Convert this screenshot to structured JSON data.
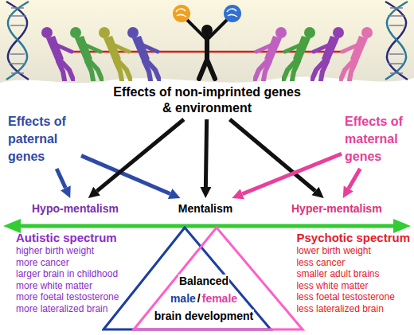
{
  "diagram": {
    "nodes": [
      {
        "text": [
          "Effects of non-imprinted genes & environment"
        ]
      },
      {
        "text": [
          "Effects of paternal genes"
        ]
      },
      {
        "text": [
          "Effects of maternal genes"
        ]
      },
      {
        "text": [
          "Hypo-mentalism"
        ]
      },
      {
        "text": [
          "Mentalism"
        ]
      },
      {
        "text": [
          "Hyper-mentalism"
        ]
      },
      {
        "text": [
          "Autistic spectrum",
          "higher birth weight",
          "more cancer",
          "larger brain in childhood",
          "more white matter",
          "more foetal testosterone",
          "more lateralized brain"
        ]
      },
      {
        "text": [
          "Psychotic spectrum",
          "lower birth weight",
          "less cancer",
          "smaller adult brains",
          "less white matter",
          "less foetal testosterone",
          "less lateralized brain"
        ]
      },
      {
        "text": [
          "Balanced",
          "male",
          "/",
          "female",
          "brain development"
        ]
      }
    ],
    "edges": [
      {
        "from": 1,
        "to": 3,
        "arrow": "to"
      },
      {
        "from": 1,
        "to": 4,
        "arrow": "to"
      },
      {
        "from": 0,
        "to": 3,
        "arrow": "to"
      },
      {
        "from": 0,
        "to": 4,
        "arrow": "to"
      },
      {
        "from": 0,
        "to": 5,
        "arrow": "to"
      },
      {
        "from": 2,
        "to": 4,
        "arrow": "to"
      },
      {
        "from": 2,
        "to": 5,
        "arrow": "to"
      }
    ]
  }
}
